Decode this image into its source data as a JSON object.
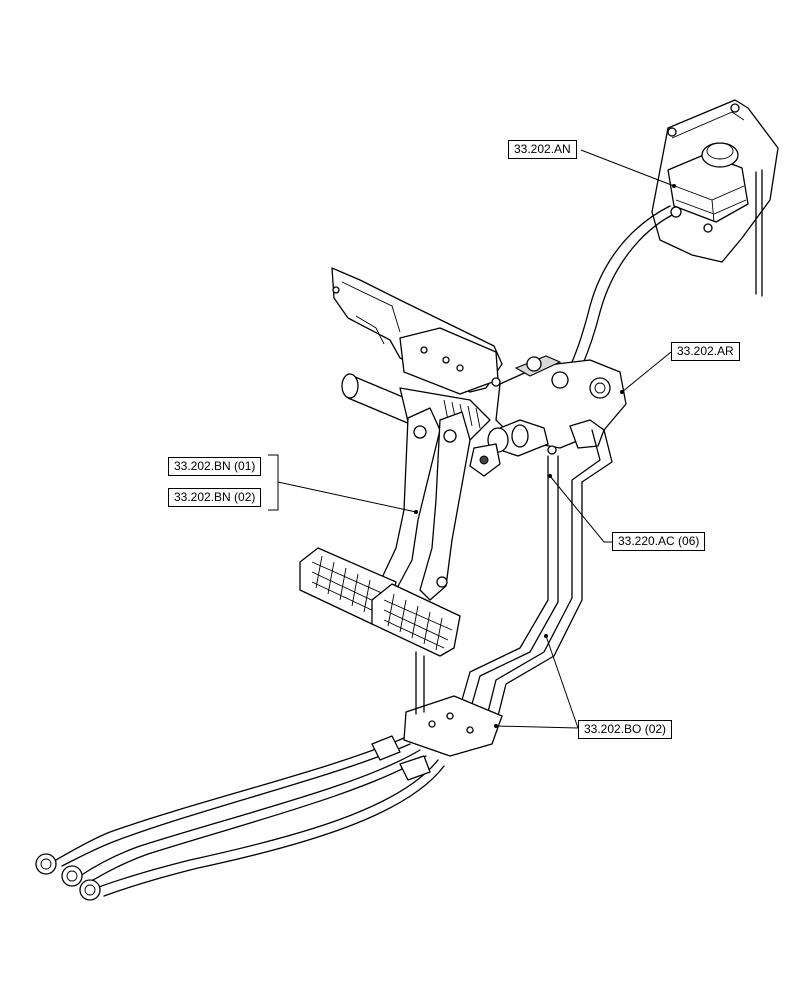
{
  "labels": {
    "an": "33.202.AN",
    "ar": "33.202.AR",
    "bn01": "33.202.BN (01)",
    "bn02": "33.202.BN (02)",
    "ac06": "33.220.AC (06)",
    "bo02": "33.202.BO (02)"
  }
}
